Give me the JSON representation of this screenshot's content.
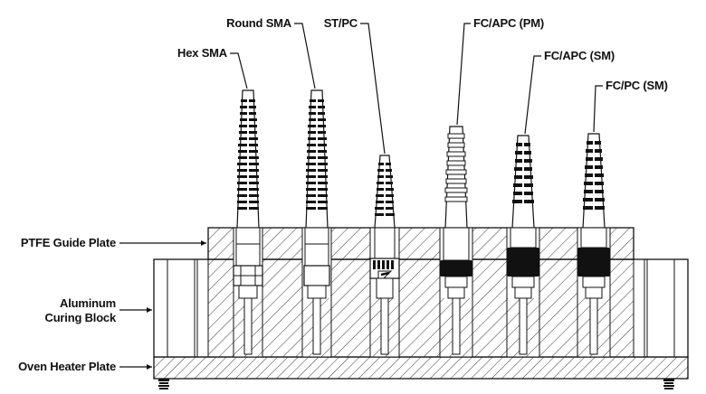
{
  "labels": {
    "hex_sma": "Hex SMA",
    "round_sma": "Round SMA",
    "st_pc": "ST/PC",
    "fc_apc_pm": "FC/APC (PM)",
    "fc_apc_sm": "FC/APC (SM)",
    "fc_pc_sm": "FC/PC (SM)",
    "ptfe_guide_plate": "PTFE Guide Plate",
    "aluminum_line1": "Aluminum",
    "aluminum_line2": "Curing Block",
    "oven_heater_plate": "Oven Heater Plate"
  }
}
